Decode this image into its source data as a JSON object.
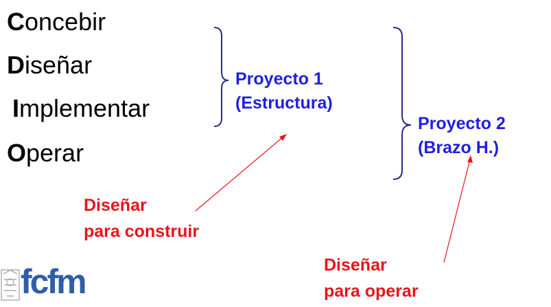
{
  "phases": [
    {
      "initial": "C",
      "rest": "oncebir"
    },
    {
      "initial": "D",
      "rest": "iseñar"
    },
    {
      "initial": "I",
      "rest": "mplementar"
    },
    {
      "initial": "O",
      "rest": "perar"
    }
  ],
  "projects": [
    {
      "line1": "Proyecto 1",
      "line2": "(Estructura)"
    },
    {
      "line1": "Proyecto 2",
      "line2": "(Brazo H.)"
    }
  ],
  "notes": [
    {
      "line1": "Diseñar",
      "line2": "para construir"
    },
    {
      "line1": "Diseñar",
      "line2": "para operar"
    }
  ],
  "logo": {
    "text": "fcfm"
  },
  "colors": {
    "project_text": "#1f1fe0",
    "note_text": "#e8141a",
    "phase_text": "#000000",
    "logo": "#2f5da8"
  }
}
